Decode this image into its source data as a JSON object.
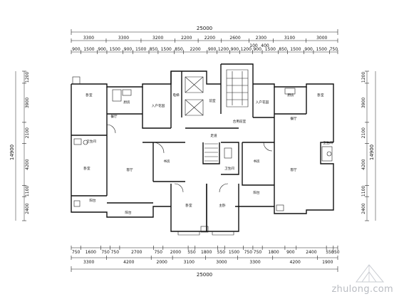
{
  "plan": {
    "total_width_top": "25000",
    "total_width_bottom": "25000",
    "top_row_1": [
      "3300",
      "3300",
      "3200",
      "2200",
      "2200",
      "2600",
      "2300",
      "3100",
      "3000"
    ],
    "top_row_1b": [
      "100",
      "400"
    ],
    "top_row_2": [
      "900",
      "1500",
      "900",
      "1500",
      "900",
      "1500",
      "850",
      "1500",
      "850",
      "2200",
      "900",
      "1200",
      "900",
      "1200",
      "900",
      "1500",
      "850",
      "1500",
      "900",
      "1500",
      "750"
    ],
    "bottom_row_1": [
      "750",
      "1600",
      "750",
      "750",
      "2700",
      "750",
      "2000",
      "550",
      "1800",
      "550",
      "1500",
      "750",
      "750",
      "1800",
      "900",
      "2400",
      "550",
      "350"
    ],
    "bottom_row_2": [
      "3300",
      "4200",
      "2000",
      "3100",
      "3000",
      "3300",
      "4200",
      "1900"
    ],
    "left_side": [
      "1200",
      "3900",
      "2100",
      "4200",
      "1100",
      "2400"
    ],
    "left_total": "14900",
    "right_side": [
      "1200",
      "3900",
      "2100",
      "4200",
      "1100",
      "2400"
    ],
    "right_total": "14900",
    "rooms": {
      "bedroom_left_top": "卧室",
      "dining_left": "餐厅",
      "entry_left": "入户花园",
      "bedroom_left_mid": "卧室",
      "living_left": "客厅",
      "study_left": "书房",
      "balcony_left_1": "阳台",
      "balcony_left_2": "阳台",
      "bath_left": "卫生间",
      "kitchen_left": "厨房",
      "core_1": "电梯",
      "core_2": "前室",
      "corridor": "走道",
      "core_3": "合用前室",
      "entry_right": "入户花园",
      "dining_right": "餐厅",
      "bedroom_right_top": "卧室",
      "living_right": "客厅",
      "study_right": "书房",
      "balcony_right": "阳台",
      "bath_right": "卫生间",
      "bath_center": "卫生间",
      "bedroom_center_l": "卧室",
      "bedroom_center_r": "主卧",
      "kitchen_right": "厨房"
    }
  },
  "watermark": {
    "text": "zhulong.com"
  }
}
